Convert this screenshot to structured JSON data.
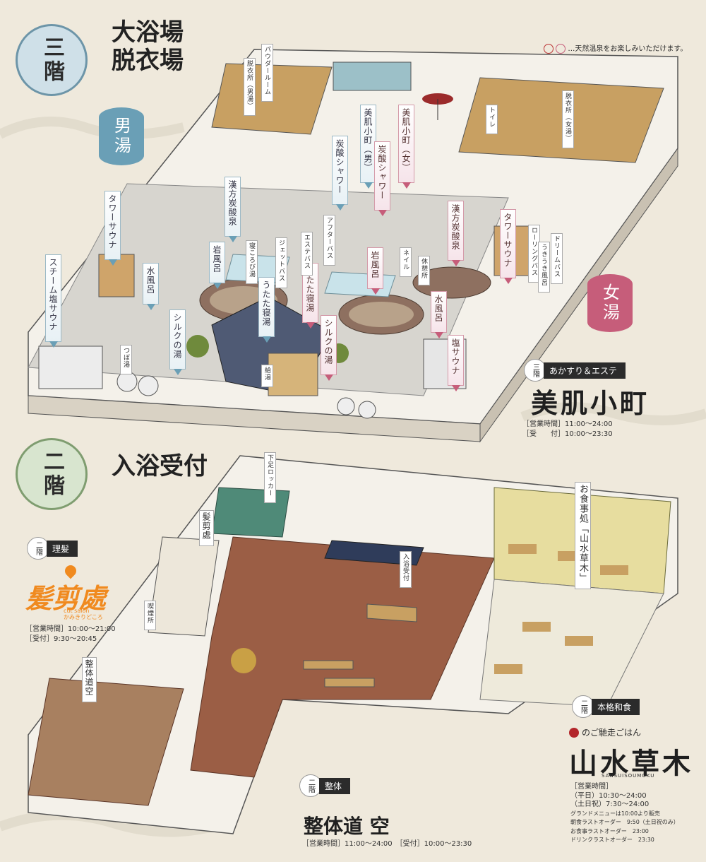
{
  "colors": {
    "background": "#efe9dc",
    "male": "#6a9fb6",
    "female": "#c65d7a",
    "wood": "#c8a062",
    "floor_brick": "#9b5e45",
    "ink": "#2b2b2b"
  },
  "legend": {
    "icon": "hot-spring-icon",
    "text": "…天然温泉をお楽しみいただけます。"
  },
  "floor3": {
    "badge": "三階",
    "title_line1": "大浴場",
    "title_line2": "脱衣場",
    "male_label": "男湯",
    "female_label": "女湯",
    "male_facilities": [
      "スチーム塩サウナ",
      "タワーサウナ",
      "水風呂",
      "漢方炭酸泉",
      "岩風呂",
      "うたた寝湯",
      "シルクの湯",
      "炭酸シャワー",
      "美肌小町（男）"
    ],
    "female_facilities": [
      "美肌小町（女）",
      "炭酸シャワー",
      "漢方炭酸泉",
      "タワーサウナ",
      "岩風呂",
      "うたた寝湯",
      "シルクの湯",
      "水風呂",
      "塩サウナ"
    ],
    "small_labels": [
      "脱衣所（男湯）",
      "パウダールーム",
      "寝ころび湯",
      "ジェットバス",
      "エステバス",
      "つぼ湯",
      "給湯",
      "ドリームバス",
      "ローリングバス",
      "うきうき風呂",
      "アフターバス",
      "休憩所",
      "ネイル",
      "トイレ",
      "脱衣所（女湯）"
    ],
    "shop_badge": "三階",
    "shop_category": "あかすり＆エステ",
    "shop_name": "美肌小町",
    "hours": [
      "［営業時間］11:00〜24:00",
      "［受　　付］10:00〜23:30"
    ]
  },
  "floor2": {
    "badge": "二階",
    "title": "入浴受付",
    "labels": [
      "髪剪處",
      "整体道空",
      "下足ロッカー",
      "入浴受付",
      "喫煙所",
      "お食事処「山水草木」"
    ],
    "barber": {
      "badge": "二階",
      "category": "理髪",
      "name": "髪剪處",
      "sub": "cut salon",
      "sub2": "かみきりどころ",
      "hours": [
        "［営業時間］10:00〜21:00",
        "［受付］9:30〜20:45"
      ]
    },
    "seitai": {
      "badge": "二階",
      "category": "整体",
      "name": "整体道 空",
      "hours": "［営業時間］11:00〜24:00　［受付］10:00〜23:30"
    },
    "restaurant": {
      "badge": "二階",
      "category": "本格和食",
      "tagline": "のご馳走ごはん",
      "name": "山水草木",
      "roman": "SANSUISOUMOKU",
      "hours_title": "［営業時間］",
      "hours": [
        "（平日）10:30〜24:00",
        "（土日祝）7:30〜24:00",
        "グランドメニューは10:00より販売",
        "朝食ラストオーダー　9:50（土日祝のみ）",
        "お食事ラストオーダー　23:00",
        "ドリンクラストオーダー　23:30"
      ]
    }
  }
}
